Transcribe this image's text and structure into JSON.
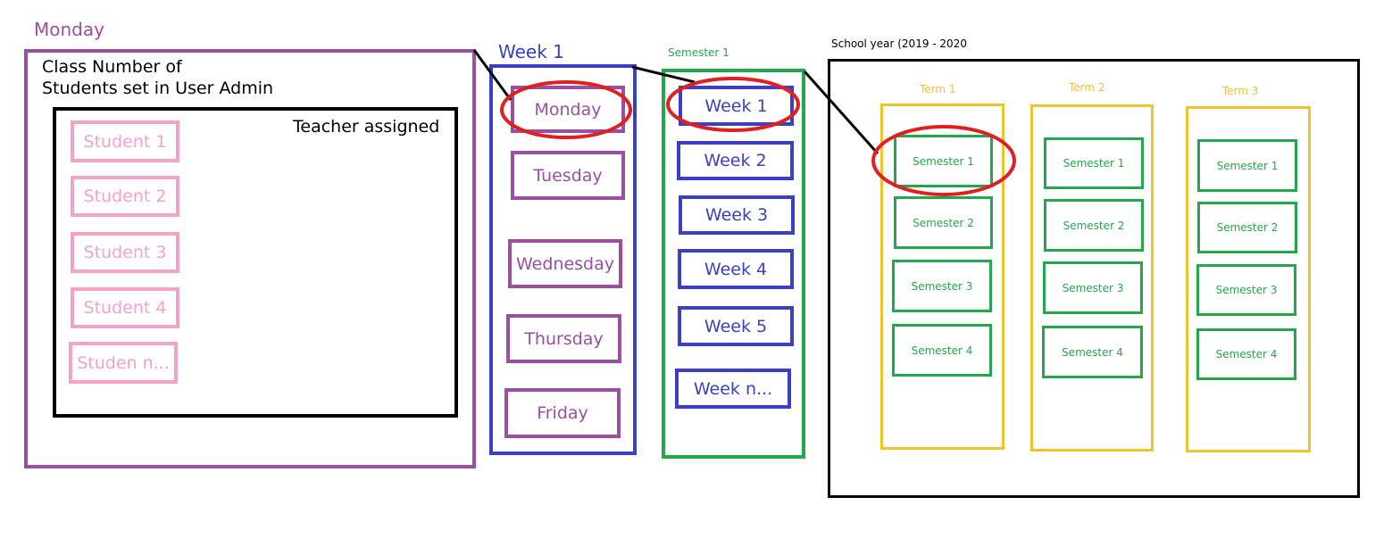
{
  "colors": {
    "purple": "#9b4fa3",
    "blue": "#3b3fc4",
    "green": "#22a84a",
    "yellow": "#f2c12e",
    "pink": "#f3a3c8",
    "red": "#e02020",
    "black": "#000000"
  },
  "monday_panel": {
    "title": "Monday",
    "class_label_line1": "Class Number of",
    "class_label_line2": "Students set  in User Admin",
    "teacher_label": "Teacher assigned",
    "students": [
      "Student 1",
      "Student 2",
      "Student  3",
      "Student  4",
      "Studen n..."
    ]
  },
  "week_panel": {
    "title": "Week 1",
    "days": [
      "Monday",
      "Tuesday",
      "Wednesday",
      "Thursday",
      "Friday"
    ]
  },
  "semester_panel": {
    "title": "Semester 1",
    "weeks": [
      "Week 1",
      "Week  2",
      "Week  3",
      "Week  4",
      "Week   5",
      "Week  n..."
    ]
  },
  "school_year_panel": {
    "title": "School year (2019 - 2020",
    "terms": [
      {
        "label": "Term 1",
        "semesters": [
          "Semester 1",
          "Semester  2",
          "Semester 3",
          "Semester  4"
        ]
      },
      {
        "label": "Term 2",
        "semesters": [
          "Semester 1",
          "Semester  2",
          "Semester 3",
          "Semester  4"
        ]
      },
      {
        "label": "Term 3",
        "semesters": [
          "Semester 1",
          "Semester  2",
          "Semester 3",
          "Semester  4"
        ]
      }
    ]
  }
}
